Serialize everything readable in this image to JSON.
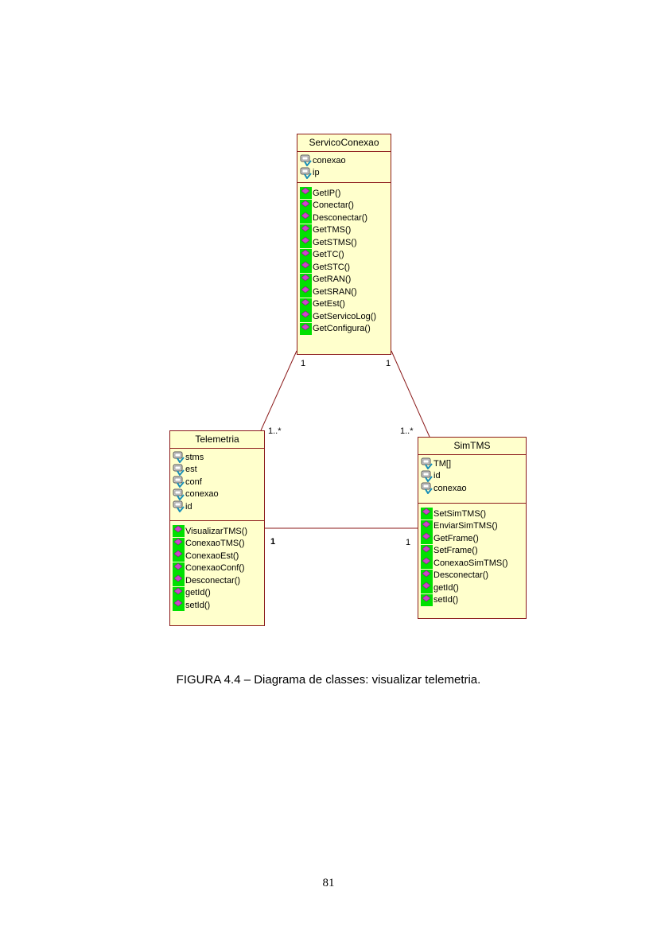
{
  "diagram": {
    "classes": [
      {
        "id": "servico-conexao",
        "name": "ServicoConexao",
        "attributes": [
          "conexao",
          "ip"
        ],
        "methods": [
          "GetIP()",
          "Conectar()",
          "Desconectar()",
          "GetTMS()",
          "GetSTMS()",
          "GetTC()",
          "GetSTC()",
          "GetRAN()",
          "GetSRAN()",
          "GetEst()",
          "GetServicoLog()",
          "GetConfigura()"
        ]
      },
      {
        "id": "telemetria",
        "name": "Telemetria",
        "attributes": [
          "stms",
          "est",
          "conf",
          "conexao",
          "id"
        ],
        "methods": [
          "VisualizarTMS()",
          "ConexaoTMS()",
          "ConexaoEst()",
          "ConexaoConf()",
          "Desconectar()",
          "getId()",
          "setId()"
        ]
      },
      {
        "id": "simtms",
        "name": "SimTMS",
        "attributes": [
          "TM[]",
          "id",
          "conexao"
        ],
        "methods": [
          "SetSimTMS()",
          "EnviarSimTMS()",
          "GetFrame()",
          "SetFrame()",
          "ConexaoSimTMS()",
          "Desconectar()",
          "getId()",
          "setId()"
        ]
      }
    ],
    "associations": [
      {
        "from": "servico-conexao",
        "to": "telemetria",
        "from_mult": "1",
        "to_mult": "1..*"
      },
      {
        "from": "servico-conexao",
        "to": "simtms",
        "from_mult": "1",
        "to_mult": "1..*"
      },
      {
        "from": "telemetria",
        "to": "simtms",
        "from_mult": "1",
        "to_mult": "1"
      }
    ],
    "icons": {
      "attribute": "private-attribute-icon",
      "method": "public-method-icon"
    },
    "colors": {
      "class_fill": "#ffffcc",
      "class_border": "#8b1a1a",
      "method_icon": "#00e000",
      "method_diamond": "#cc44cc"
    }
  },
  "caption": "FIGURA 4.4 – Diagrama de classes: visualizar telemetria.",
  "page_number": "81"
}
